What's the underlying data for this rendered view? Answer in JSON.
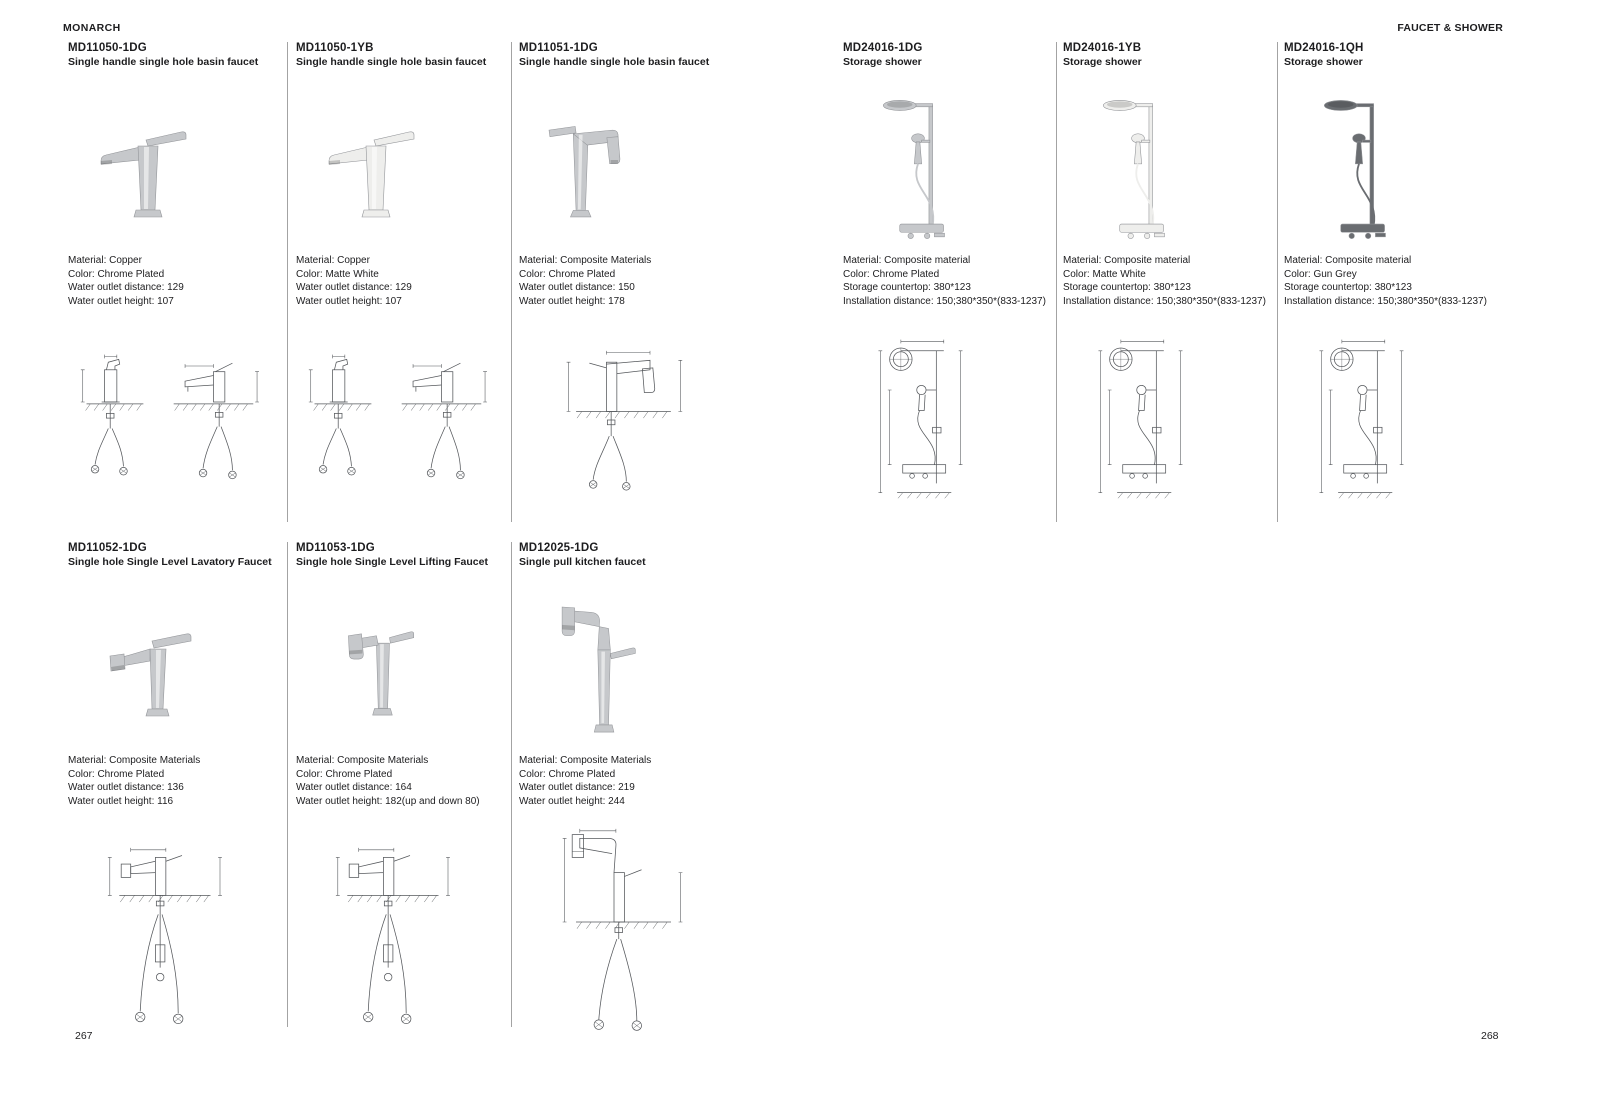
{
  "header": {
    "brand": "MONARCH",
    "section": "FAUCET & SHOWER"
  },
  "footer": {
    "left_page_number": "267",
    "right_page_number": "268"
  },
  "colors": {
    "text": "#1d1d1f",
    "divider": "#a3a3a3",
    "chrome": "#c6c8cb",
    "matte_white": "#eeeeec",
    "gun_grey": "#6a6d71"
  },
  "products": [
    {
      "code": "MD11050-1DG",
      "name": "Single handle single hole basin faucet",
      "specs": [
        "Material: Copper",
        "Color: Chrome Plated",
        "Water outlet distance: 129",
        "Water outlet height: 107"
      ]
    },
    {
      "code": "MD11050-1YB",
      "name": "Single handle single hole basin faucet",
      "specs": [
        "Material: Copper",
        "Color: Matte White",
        "Water outlet distance: 129",
        "Water outlet height: 107"
      ]
    },
    {
      "code": "MD11051-1DG",
      "name": "Single handle single hole basin faucet",
      "specs": [
        "Material: Composite Materials",
        "Color: Chrome Plated",
        "Water outlet distance: 150",
        "Water outlet height: 178"
      ]
    },
    {
      "code": "MD24016-1DG",
      "name": "Storage shower",
      "specs": [
        "Material: Composite material",
        "Color: Chrome Plated",
        "Storage countertop: 380*123",
        "Installation distance: 150;380*350*(833-1237)"
      ]
    },
    {
      "code": "MD24016-1YB",
      "name": "Storage shower",
      "specs": [
        "Material: Composite material",
        "Color: Matte White",
        "Storage countertop: 380*123",
        "Installation distance: 150;380*350*(833-1237)"
      ]
    },
    {
      "code": "MD24016-1QH",
      "name": "Storage shower",
      "specs": [
        "Material: Composite material",
        "Color: Gun Grey",
        "Storage countertop: 380*123",
        "Installation distance: 150;380*350*(833-1237)"
      ]
    },
    {
      "code": "MD11052-1DG",
      "name": "Single hole Single Level Lavatory Faucet",
      "specs": [
        "Material: Composite Materials",
        "Color: Chrome Plated",
        "Water outlet distance: 136",
        "Water outlet height: 116"
      ]
    },
    {
      "code": "MD11053-1DG",
      "name": "Single hole Single Level Lifting Faucet",
      "specs": [
        "Material: Composite Materials",
        "Color: Chrome Plated",
        "Water outlet distance: 164",
        "Water outlet height: 182(up and down 80)"
      ]
    },
    {
      "code": "MD12025-1DG",
      "name": "Single pull kitchen faucet",
      "specs": [
        "Material: Composite Materials",
        "Color: Chrome Plated",
        "Water outlet distance: 219",
        "Water outlet height: 244"
      ]
    }
  ]
}
